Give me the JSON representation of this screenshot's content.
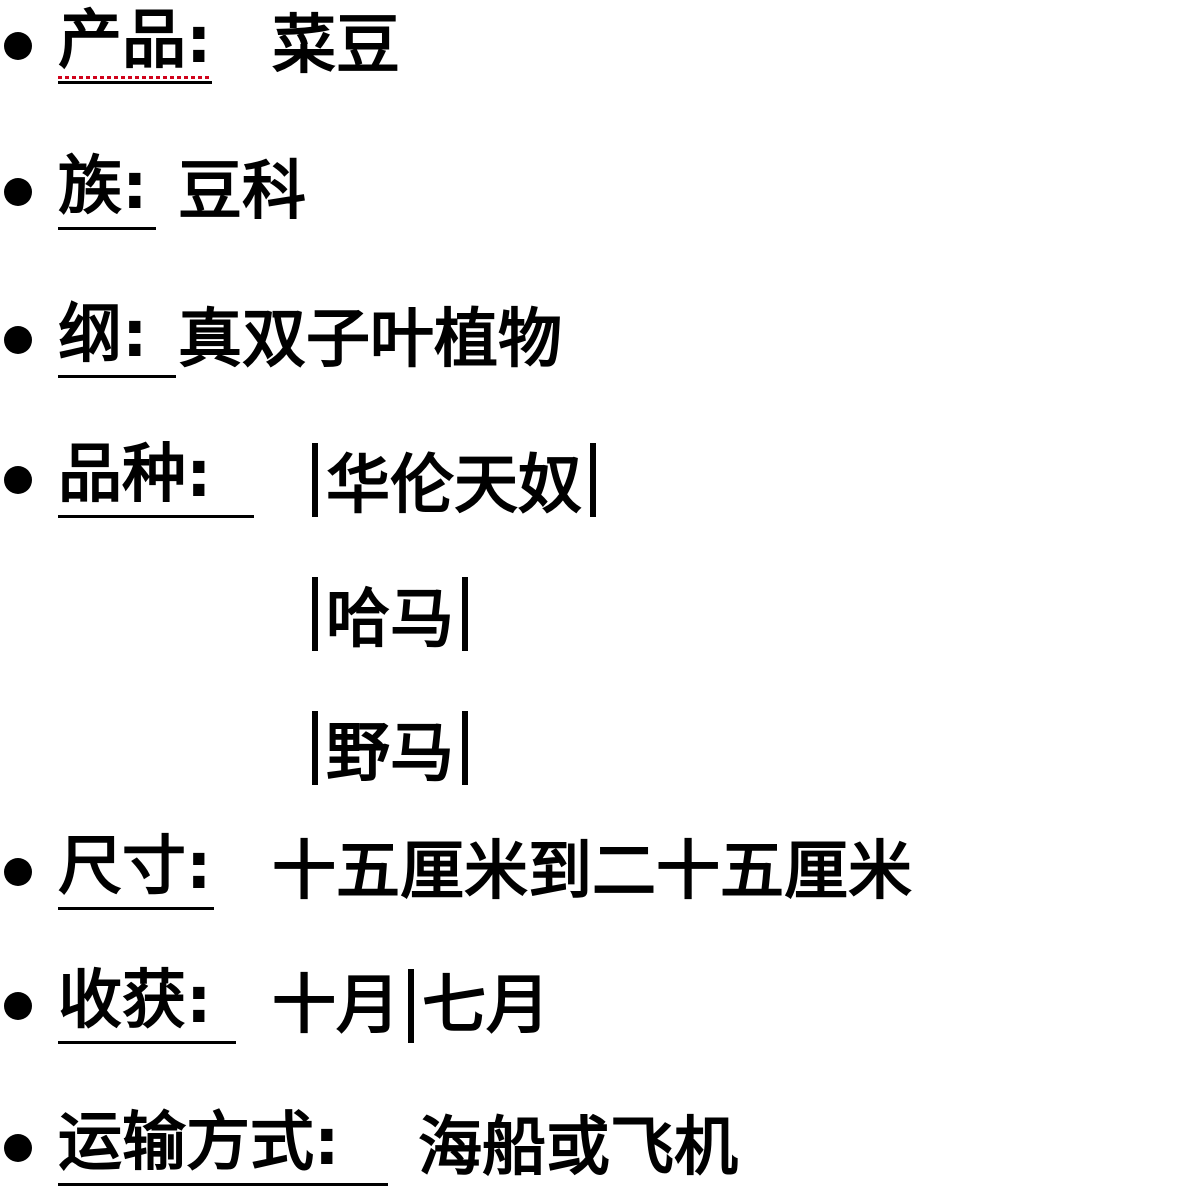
{
  "items": [
    {
      "label": "产品:",
      "value": "菜豆"
    },
    {
      "label": "族:",
      "value": "豆科"
    },
    {
      "label": "纲:",
      "value": "真双子叶植物"
    },
    {
      "label": "品种:",
      "varieties": [
        "华伦天奴",
        "哈马",
        "野马"
      ]
    },
    {
      "label": "尺寸:",
      "value": "十五厘米到二十五厘米"
    },
    {
      "label": "收获:",
      "harvest": [
        "十月",
        "七月"
      ]
    },
    {
      "label": "运输方式:",
      "value": "海船或飞机"
    }
  ]
}
